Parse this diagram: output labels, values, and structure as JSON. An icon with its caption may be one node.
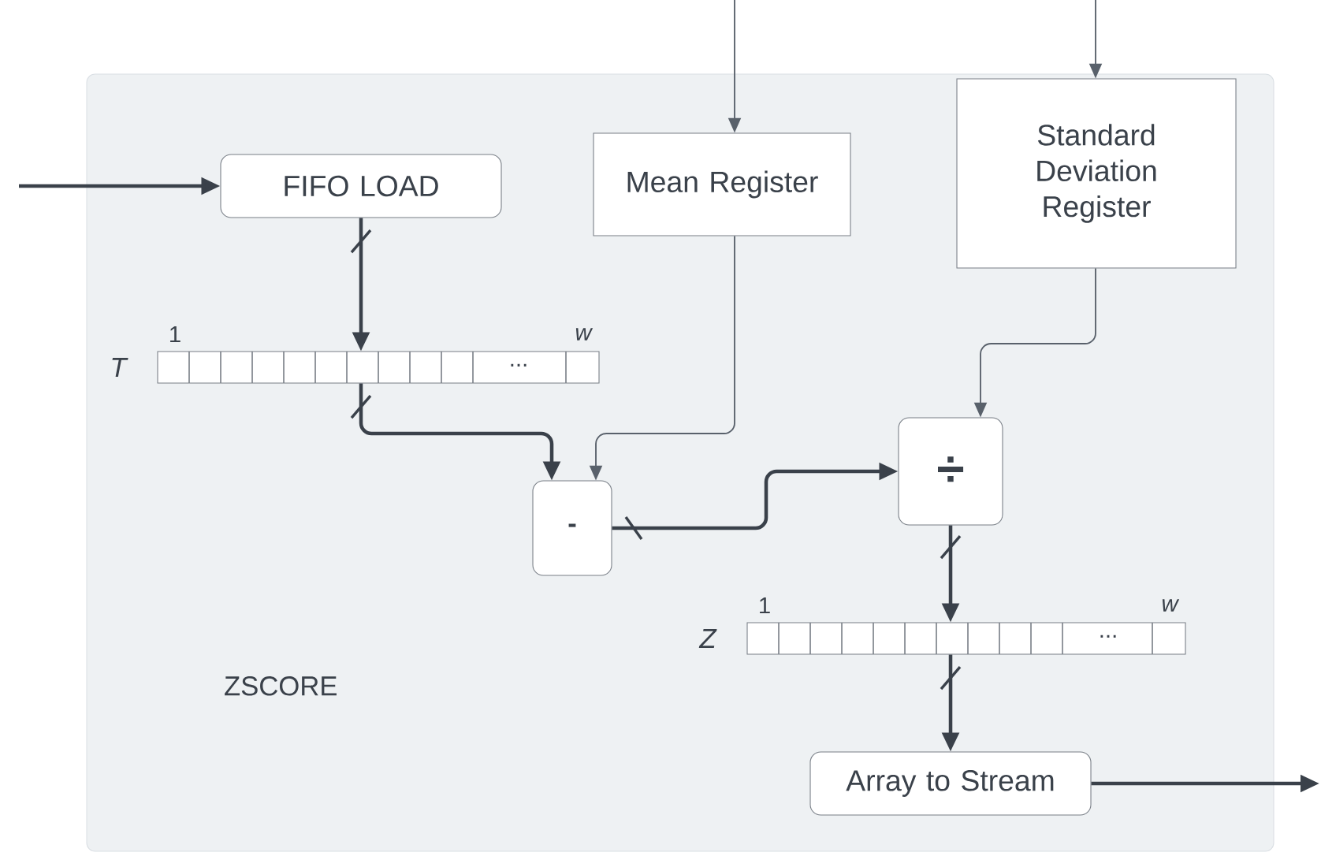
{
  "diagram": {
    "nodes": [
      {
        "text": [
          "ZSCORE"
        ]
      },
      {
        "text": [
          "FIFO LOAD"
        ],
        "in": 0
      },
      {
        "text": [
          "Mean Register"
        ],
        "in": 0
      },
      {
        "text": [
          "Standard Deviation Register"
        ],
        "in": 0
      },
      {
        "text": [
          "..."
        ],
        "beside": [
          "T",
          "1",
          "w"
        ],
        "in": 0
      },
      {
        "text": [
          "-"
        ],
        "in": 0
      },
      {
        "text": [
          "÷"
        ],
        "in": 0
      },
      {
        "text": [
          "..."
        ],
        "beside": [
          "Z",
          "1",
          "w"
        ],
        "in": 0
      },
      {
        "text": [
          "Array to Stream"
        ],
        "in": 0
      }
    ],
    "edges": [
      {
        "from": null,
        "to": 1,
        "arrow": "to"
      },
      {
        "from": null,
        "to": 2,
        "arrow": "to",
        "color": "#59616b"
      },
      {
        "from": null,
        "to": 3,
        "arrow": "to",
        "color": "#59616b"
      },
      {
        "from": 1,
        "to": 4,
        "arrow": "to"
      },
      {
        "from": 4,
        "to": 5,
        "arrow": "to"
      },
      {
        "from": 2,
        "to": 5,
        "arrow": "to",
        "color": "#59616b"
      },
      {
        "from": 5,
        "to": 6,
        "arrow": "to"
      },
      {
        "from": 3,
        "to": 6,
        "arrow": "to",
        "color": "#59616b"
      },
      {
        "from": 6,
        "to": 7,
        "arrow": "to"
      },
      {
        "from": 7,
        "to": 8,
        "arrow": "to"
      },
      {
        "from": 8,
        "to": null,
        "arrow": "to"
      }
    ]
  }
}
